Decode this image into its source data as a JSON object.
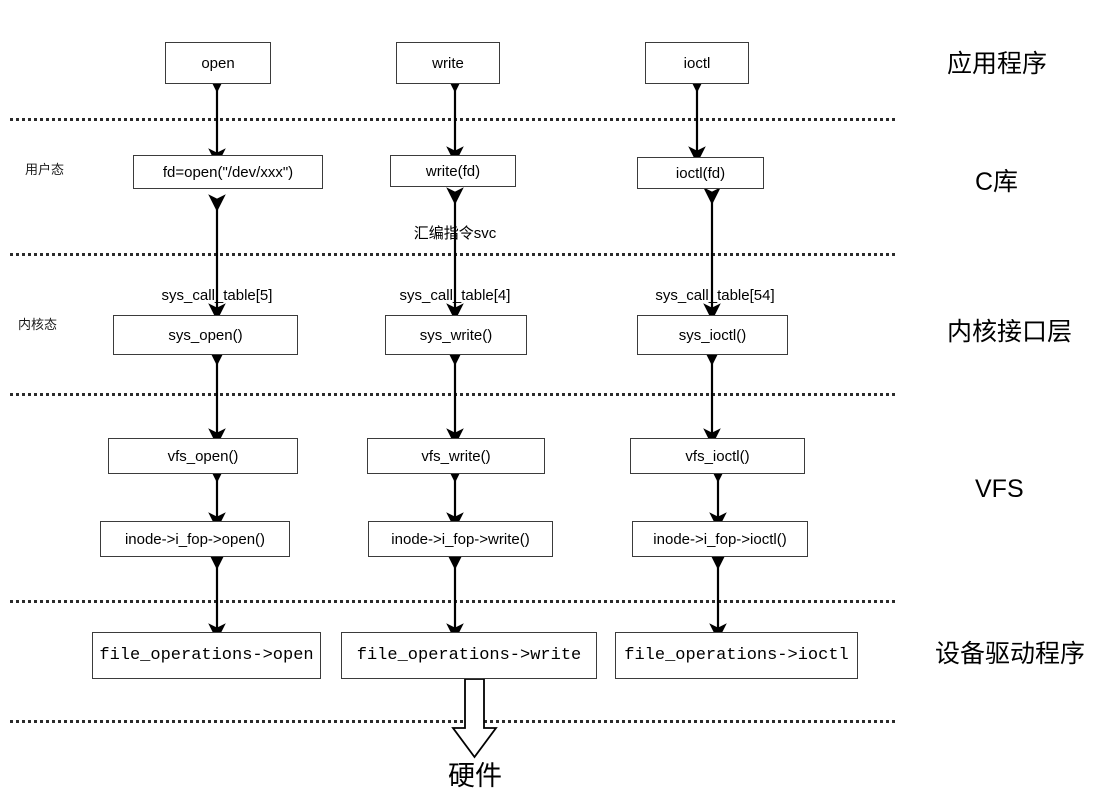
{
  "diagram": {
    "title_none": "",
    "columns": [
      {
        "key": "open",
        "app": "open",
        "libc": "fd=open(\"/dev/xxx\")",
        "syscall_caption": "sys_call_table[5]",
        "syscall": "sys_open()",
        "vfs": "vfs_open()",
        "inode": "inode->i_fop->open()",
        "fops": "file_operations->open"
      },
      {
        "key": "write",
        "app": "write",
        "libc": "write(fd)",
        "syscall_caption": "sys_call_table[4]",
        "syscall": "sys_write()",
        "vfs": "vfs_write()",
        "inode": "inode->i_fop->write()",
        "fops": "file_operations->write"
      },
      {
        "key": "ioctl",
        "app": "ioctl",
        "libc": "ioctl(fd)",
        "syscall_caption": "sys_call_table[54]",
        "syscall": "sys_ioctl()",
        "vfs": "vfs_ioctl()",
        "inode": "inode->i_fop->ioctl()",
        "fops": "file_operations->ioctl"
      }
    ],
    "side_labels": {
      "user_mode": "用户态",
      "kernel_mode": "内核态"
    },
    "annotations": {
      "svc": "汇编指令svc"
    },
    "layer_labels": [
      "应用程序",
      "C库",
      "内核接口层",
      "VFS",
      "设备驱动程序"
    ],
    "hardware_label": "硬件",
    "colors": {
      "box_border": "#3b3b3b",
      "line": "#000000",
      "dotted": "#2b2b2b",
      "background": "#ffffff",
      "text": "#000000"
    }
  }
}
